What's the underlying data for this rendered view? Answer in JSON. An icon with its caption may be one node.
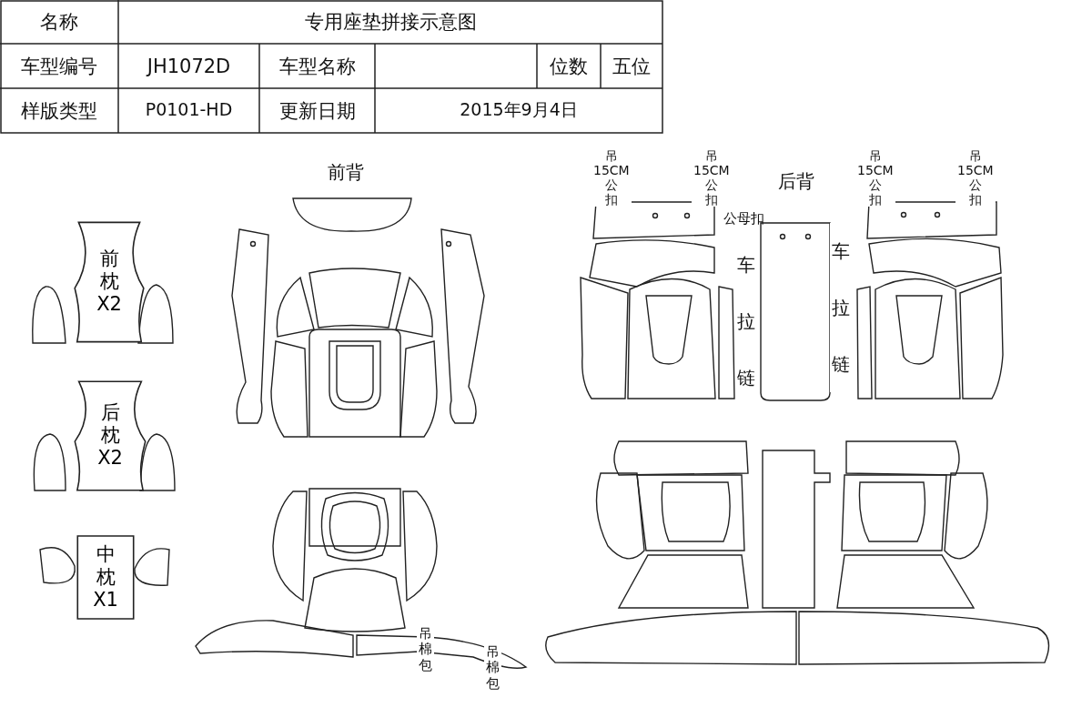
{
  "diagram": {
    "nodes": [
      {
        "text": [
          "前枕X2"
        ]
      },
      {
        "text": [
          "后枕X2"
        ]
      },
      {
        "text": [
          "中枕X1"
        ]
      }
    ],
    "labels": [
      "名称",
      "专用座垫拼接示意图",
      "车型编号",
      "JH1072D",
      "车型名称",
      "位数",
      "五位",
      "样版类型",
      "P0101-HD",
      "更新日期",
      "2015年9月4日",
      "前背",
      "吊15CM公扣",
      "吊15CM公扣",
      "后背",
      "吊15CM公扣",
      "吊15CM公扣",
      "公母扣",
      "车拉链",
      "车拉链",
      "吊棉包",
      "吊棉包"
    ]
  }
}
